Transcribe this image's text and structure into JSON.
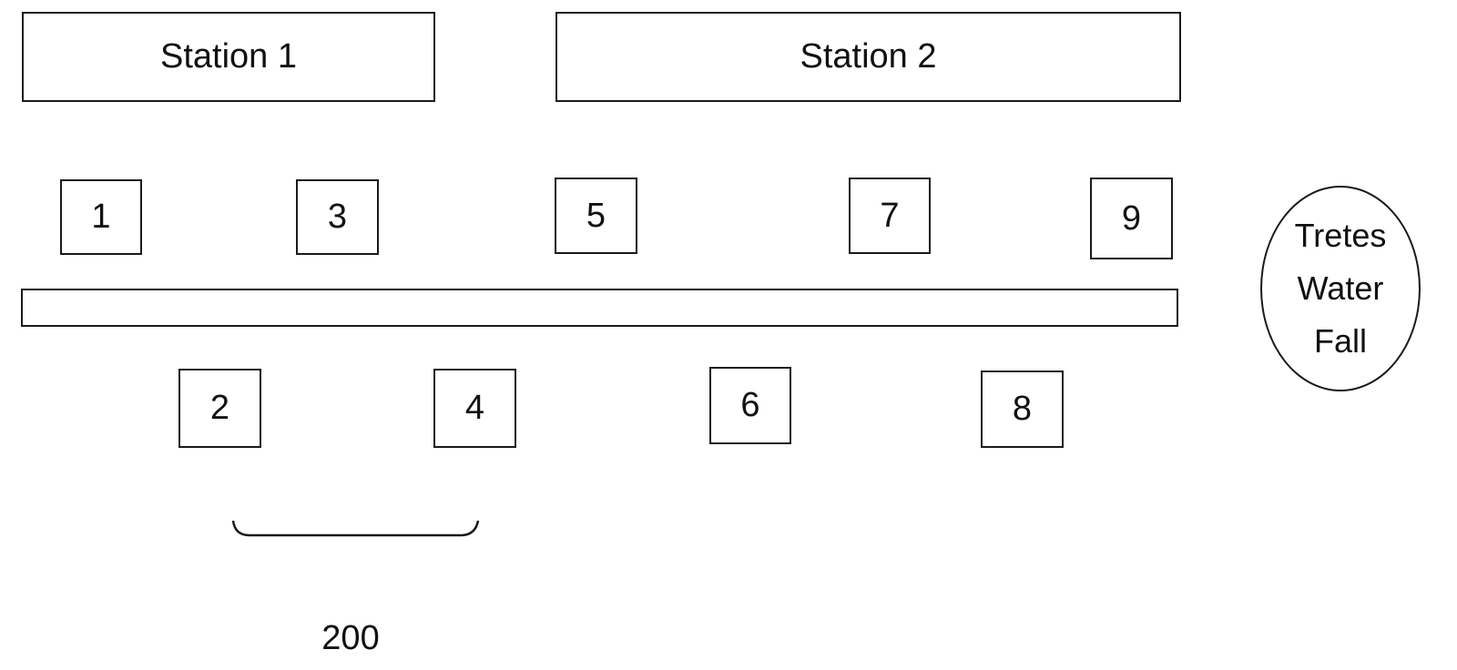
{
  "stations": {
    "station_1": "Station 1",
    "station_2": "Station 2"
  },
  "points": {
    "p1": "1",
    "p2": "2",
    "p3": "3",
    "p4": "4",
    "p5": "5",
    "p6": "6",
    "p7": "7",
    "p8": "8",
    "p9": "9"
  },
  "waterfall": {
    "line1": "Tretes",
    "line2": "Water",
    "line3": "Fall"
  },
  "scale": {
    "label": "200"
  }
}
